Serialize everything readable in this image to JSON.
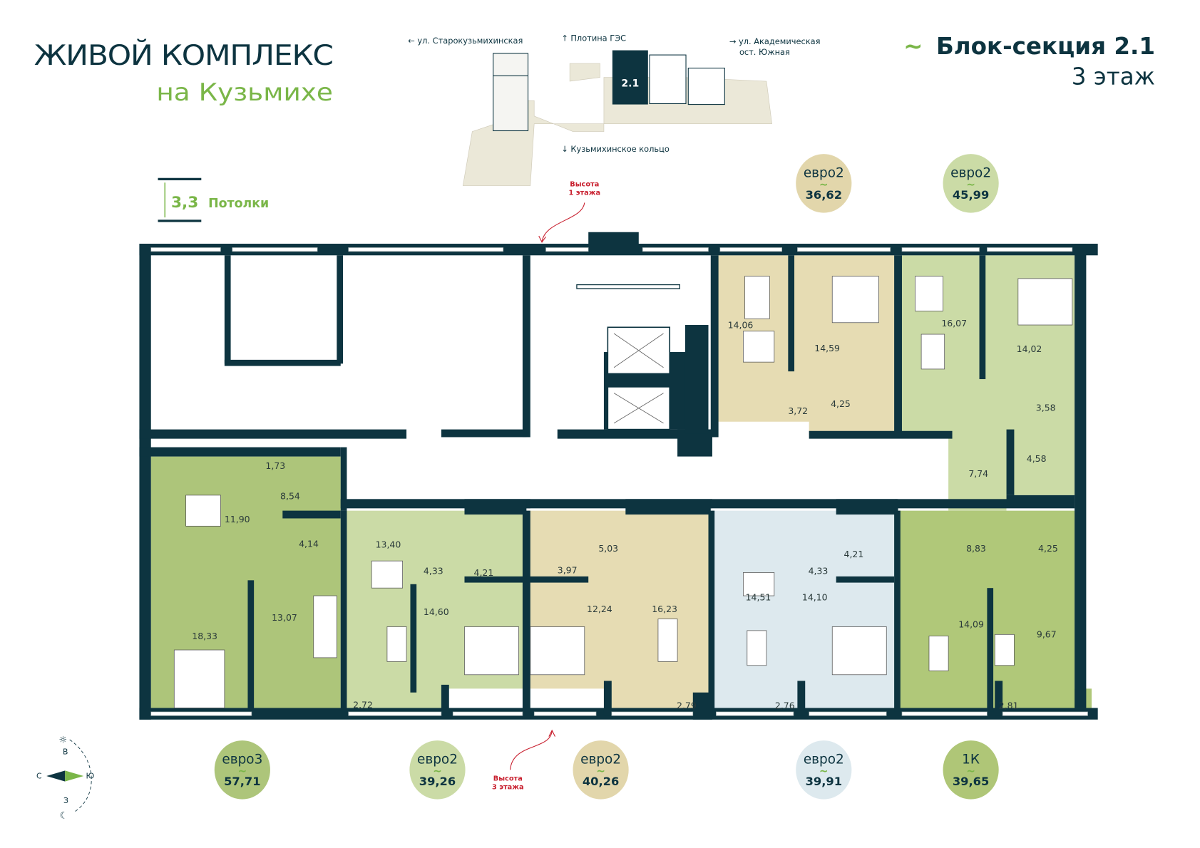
{
  "colors": {
    "dark": "#0d3440",
    "accent_green": "#7ab648",
    "euro3": "#adc57a",
    "euro2_green": "#cbdba6",
    "euro2_beige": "#e6dcb3",
    "euro2_blue": "#dde9ee",
    "one_k": "#b0c879",
    "site": "#ebe8d8",
    "marker_red": "#c8202f"
  },
  "logo": {
    "line1": "ЖИВОЙ КОМПЛЕКС",
    "line2": "на Кузьмихе"
  },
  "title": {
    "section": "Блок-секция 2.1",
    "floor": "3 этаж"
  },
  "site_map": {
    "building_label": "2.1",
    "streets": {
      "west": "← ул. Старокузьмихинская",
      "north": "↑ Плотина ГЭС",
      "east_1": "→ ул. Академическая",
      "east_2": "ост. Южная",
      "south": "↓ Кузьмихинское кольцо"
    }
  },
  "ceiling": {
    "value": "3,3",
    "label": "Потолки"
  },
  "markers": {
    "first_floor": [
      "Высота",
      "1 этажа"
    ],
    "third_floor": [
      "Высота",
      "3 этажа"
    ]
  },
  "apartments": [
    {
      "type": "евро2",
      "area": "36,62",
      "color": "#e2d6ab"
    },
    {
      "type": "евро2",
      "area": "45,99",
      "color": "#cbdba6"
    },
    {
      "type": "евро3",
      "area": "57,71",
      "color": "#adc57a"
    },
    {
      "type": "евро2",
      "area": "39,26",
      "color": "#cbdba6"
    },
    {
      "type": "евро2",
      "area": "40,26",
      "color": "#e2d6ab"
    },
    {
      "type": "евро2",
      "area": "39,91",
      "color": "#dde9ee"
    },
    {
      "type": "1К",
      "area": "39,65",
      "color": "#afc677"
    }
  ],
  "room_areas": [
    "14,06",
    "14,59",
    "3,72",
    "4,25",
    "16,07",
    "14,02",
    "3,58",
    "4,58",
    "7,74",
    "1,73",
    "8,54",
    "11,90",
    "4,14",
    "18,33",
    "13,07",
    "2,72",
    "13,40",
    "4,33",
    "4,21",
    "3,97",
    "5,03",
    "14,60",
    "12,24",
    "16,23",
    "2,79",
    "14,51",
    "4,33",
    "4,21",
    "14,10",
    "2,76",
    "8,83",
    "4,25",
    "14,09",
    "9,67",
    "2,81"
  ],
  "compass": {
    "east": "В",
    "north": "С",
    "south": "Ю",
    "west": "З",
    "sun_icon": "sun-icon",
    "moon_icon": "moon-icon"
  }
}
